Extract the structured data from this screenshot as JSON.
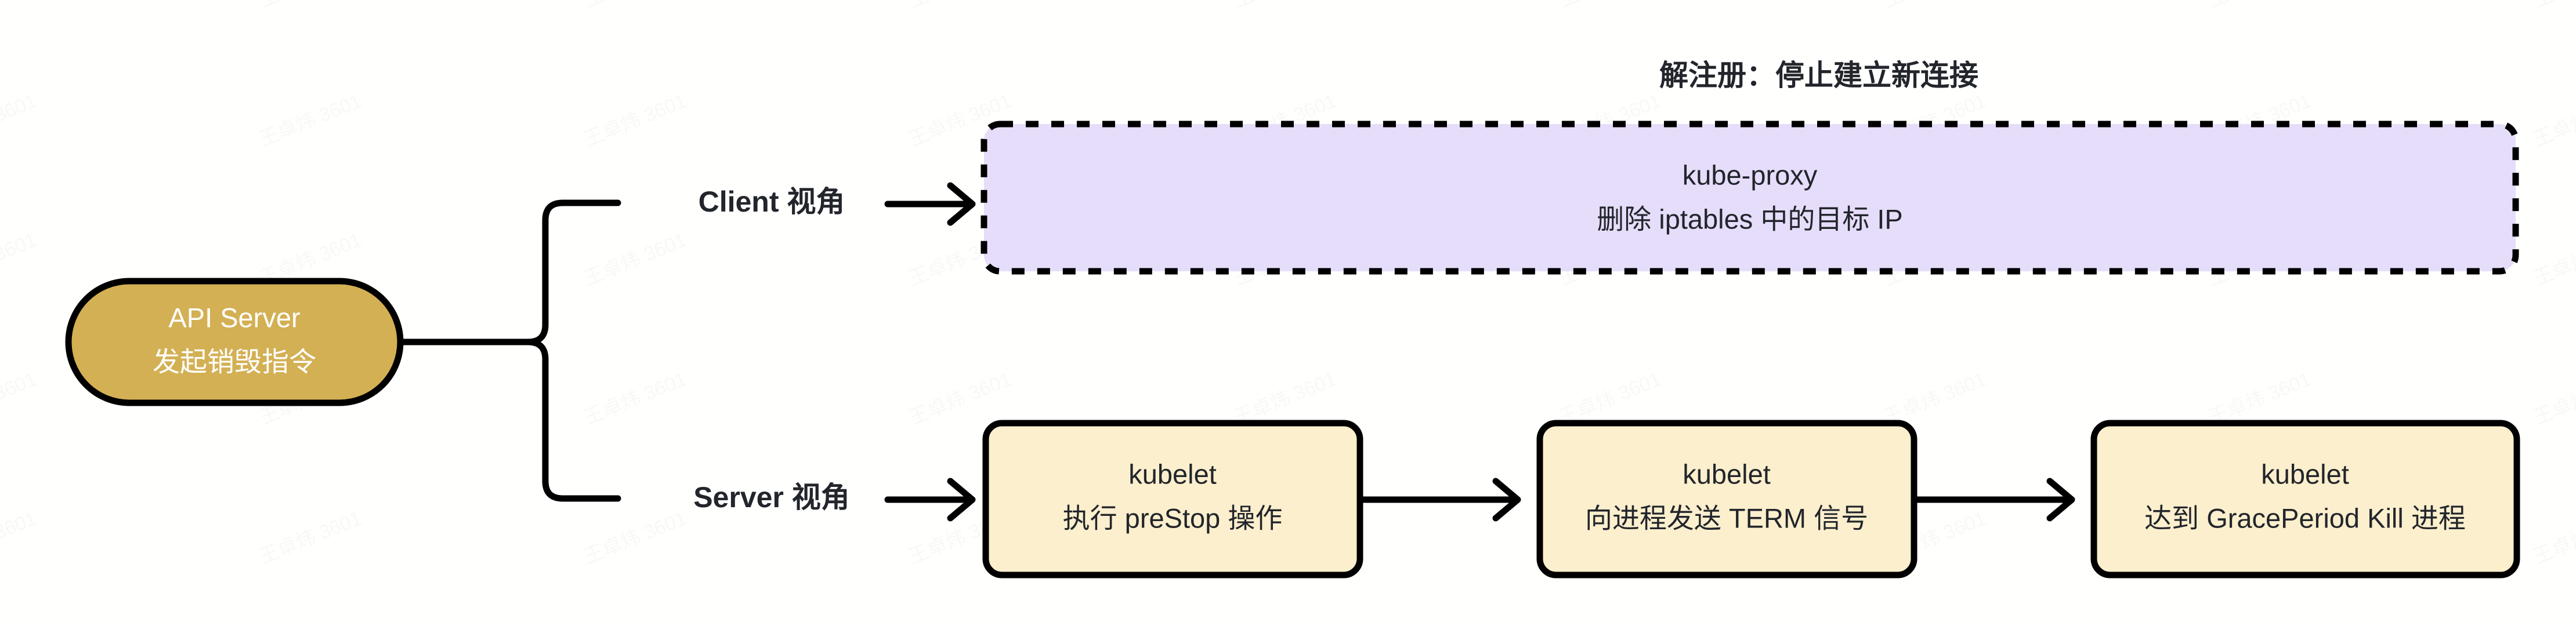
{
  "diagram": {
    "title": "解注册：停止建立新连接",
    "watermark_text": "王卓炜 3601",
    "colors": {
      "background": "#fffffe",
      "stroke": "#000000",
      "api_server_fill": "#d3b054",
      "api_server_text": "#ffffff",
      "kube_proxy_fill": "#e6ddfa",
      "kubelet_fill": "#fcefcd",
      "label_text": "#22252b"
    },
    "start_node": {
      "id": "api-server",
      "shape": "stadium",
      "line1": "API Server",
      "line2": "发起销毁指令"
    },
    "branches": [
      {
        "id": "client-branch",
        "label": "Client 视角",
        "target": "kube-proxy"
      },
      {
        "id": "server-branch",
        "label": "Server 视角",
        "target": "kubelet-prestop"
      }
    ],
    "client_row": {
      "node": {
        "id": "kube-proxy",
        "shape": "dashed-rounded-rect",
        "line1": "kube-proxy",
        "line2": "删除 iptables 中的目标 IP"
      }
    },
    "server_row": {
      "nodes": [
        {
          "id": "kubelet-prestop",
          "shape": "rounded-rect",
          "line1": "kubelet",
          "line2": "执行 preStop 操作"
        },
        {
          "id": "kubelet-term",
          "shape": "rounded-rect",
          "line1": "kubelet",
          "line2": "向进程发送 TERM 信号"
        },
        {
          "id": "kubelet-graceperiod",
          "shape": "rounded-rect",
          "line1": "kubelet",
          "line2": "达到 GracePeriod Kill 进程"
        }
      ]
    }
  }
}
